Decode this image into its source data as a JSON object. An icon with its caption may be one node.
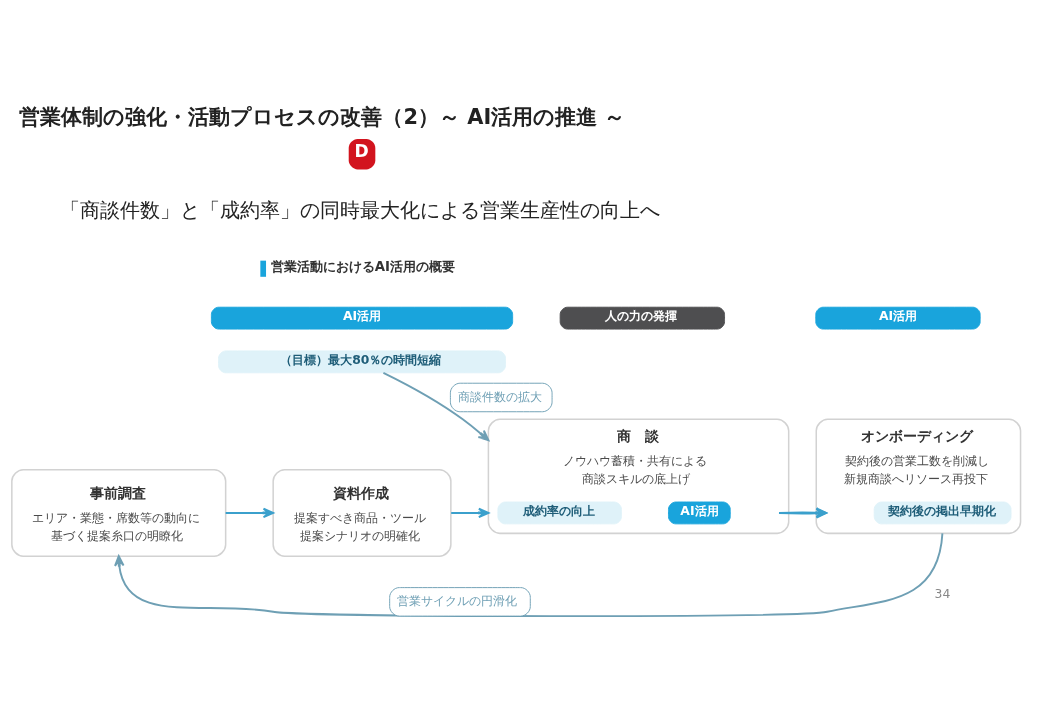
{
  "diagram": {
    "title": "営業体制の強化・活動プロセスの改善（2）～ AI活用の推進 ～",
    "nodes": [
      {
        "text": [
          "AI活用"
        ]
      },
      {
        "text": [
          "人の力の発揮"
        ]
      },
      {
        "text": [
          "AI活用"
        ]
      },
      {
        "text": [
          "事前調査",
          "エリア・業態・席数等の動向に基づく提案糸口の明瞭化"
        ]
      },
      {
        "text": [
          "資料作成",
          "提案すべき商品・ツール提案シナリオの明確化"
        ]
      },
      {
        "text": [
          "商　談",
          "ノウハウ蓄積・共有による商談スキルの底上げ"
        ]
      },
      {
        "text": [
          "オンボーディング",
          "契約後の営業工数を削減し新規商談へリソース再投下"
        ]
      },
      {
        "text": [
          "（目標）最大80％の時間短縮"
        ]
      },
      {
        "text": [
          "成約率の向上"
        ],
        "in": 5
      },
      {
        "text": [
          "AI活用"
        ],
        "in": 5
      },
      {
        "text": [
          "契約後の掲出早期化"
        ],
        "in": 6
      }
    ],
    "edges": [
      {
        "from": 3,
        "to": 4,
        "arrow": "to"
      },
      {
        "from": 4,
        "to": 5,
        "arrow": "to"
      },
      {
        "from": 5,
        "to": 6,
        "arrow": "to"
      },
      {
        "from": 7,
        "to": 5,
        "arrow": "to",
        "label": "商談件数の拡大",
        "color": "#6e9fb4"
      },
      {
        "from": 6,
        "to": 3,
        "arrow": "to",
        "label": "営業サイクルの円滑化",
        "color": "#6e9fb4"
      }
    ],
    "labels": [
      "D",
      "「商談件数」と「成約率」の同時最大化による営業生産性の向上へ",
      "営業活動におけるAI活用の概要",
      "34"
    ]
  }
}
